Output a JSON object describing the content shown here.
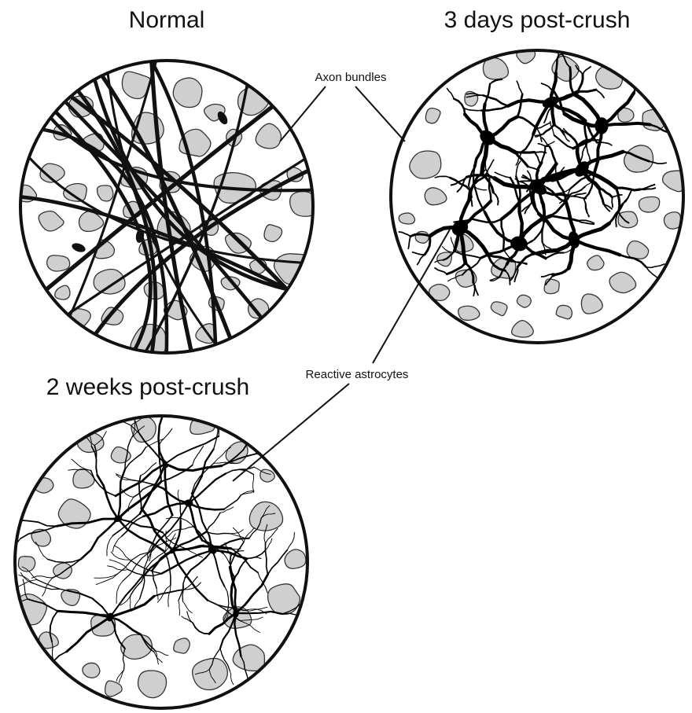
{
  "panels": {
    "normal": {
      "title": "Normal"
    },
    "three_days": {
      "title": "3 days post-crush"
    },
    "two_weeks": {
      "title": "2 weeks post-crush"
    }
  },
  "callouts": {
    "axon_bundles": "Axon bundles",
    "reactive_astrocytes": "Reactive astrocytes"
  },
  "colors": {
    "bundle_fill": "#cfcfcf",
    "outline": "#111111",
    "astrocyte": "#000000",
    "background": "#ffffff"
  }
}
